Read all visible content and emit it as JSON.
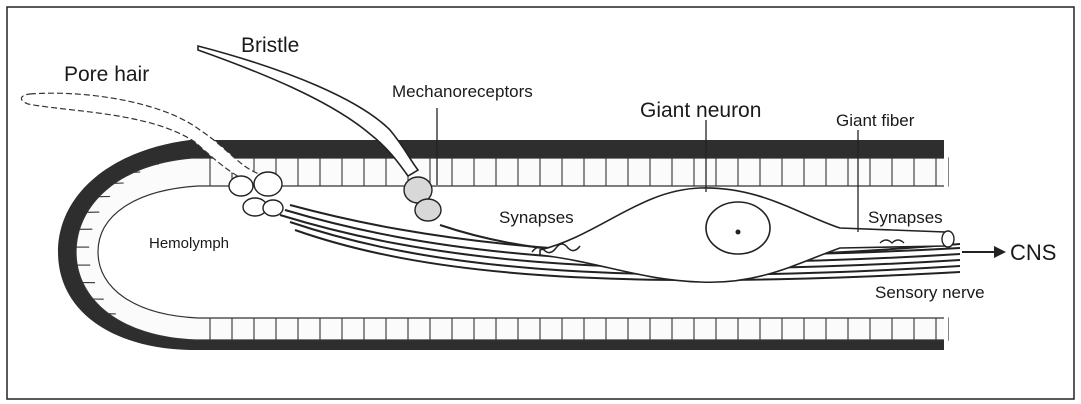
{
  "labels": {
    "pore_hair": "Pore hair",
    "bristle": "Bristle",
    "mechanoreceptors": "Mechanoreceptors",
    "giant_neuron": "Giant neuron",
    "giant_fiber": "Giant fiber",
    "synapses_left": "Synapses",
    "synapses_right": "Synapses",
    "hemolymph": "Hemolymph",
    "cns": "CNS",
    "sensory_nerve": "Sensory nerve"
  }
}
